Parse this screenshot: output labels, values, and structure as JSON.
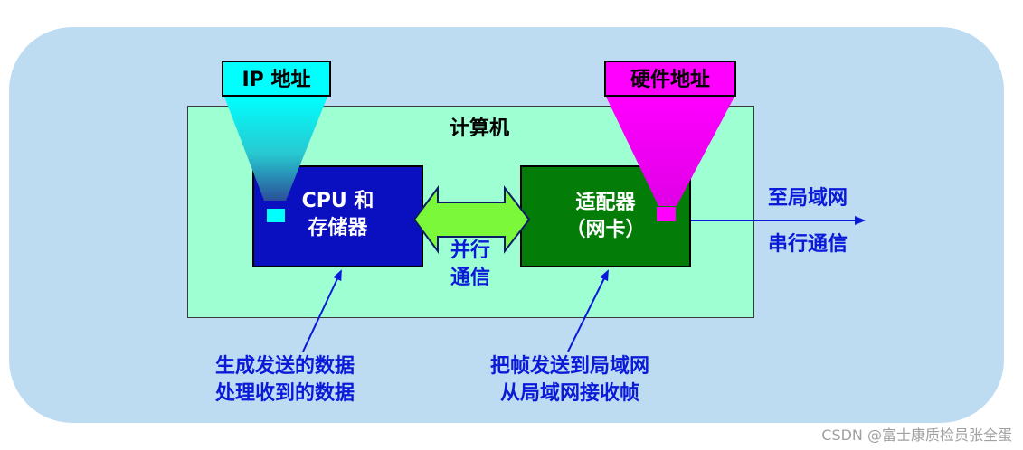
{
  "diagram": {
    "computer_label": "计算机",
    "cpu_line1": "CPU 和",
    "cpu_line2": "存储器",
    "nic_line1": "适配器",
    "nic_line2": "（网卡）",
    "ip_tag": "IP 地址",
    "hw_tag": "硬件地址",
    "parallel_line1": "并行",
    "parallel_line2": "通信",
    "to_lan": "至局域网",
    "serial": "串行通信",
    "note_left_line1": "生成发送的数据",
    "note_left_line2": "处理收到的数据",
    "note_right_line1": "把帧发送到局域网",
    "note_right_line2": "从局域网接收帧"
  },
  "watermark": "CSDN @富士康质检员张全蛋",
  "colors": {
    "panel": "#bddcf2",
    "computer": "#9dffd2",
    "cpu": "#0a0fbf",
    "nic": "#037d07",
    "ip": "#00ffff",
    "hw": "#ff00ff",
    "label_blue": "#0a1ad8"
  }
}
